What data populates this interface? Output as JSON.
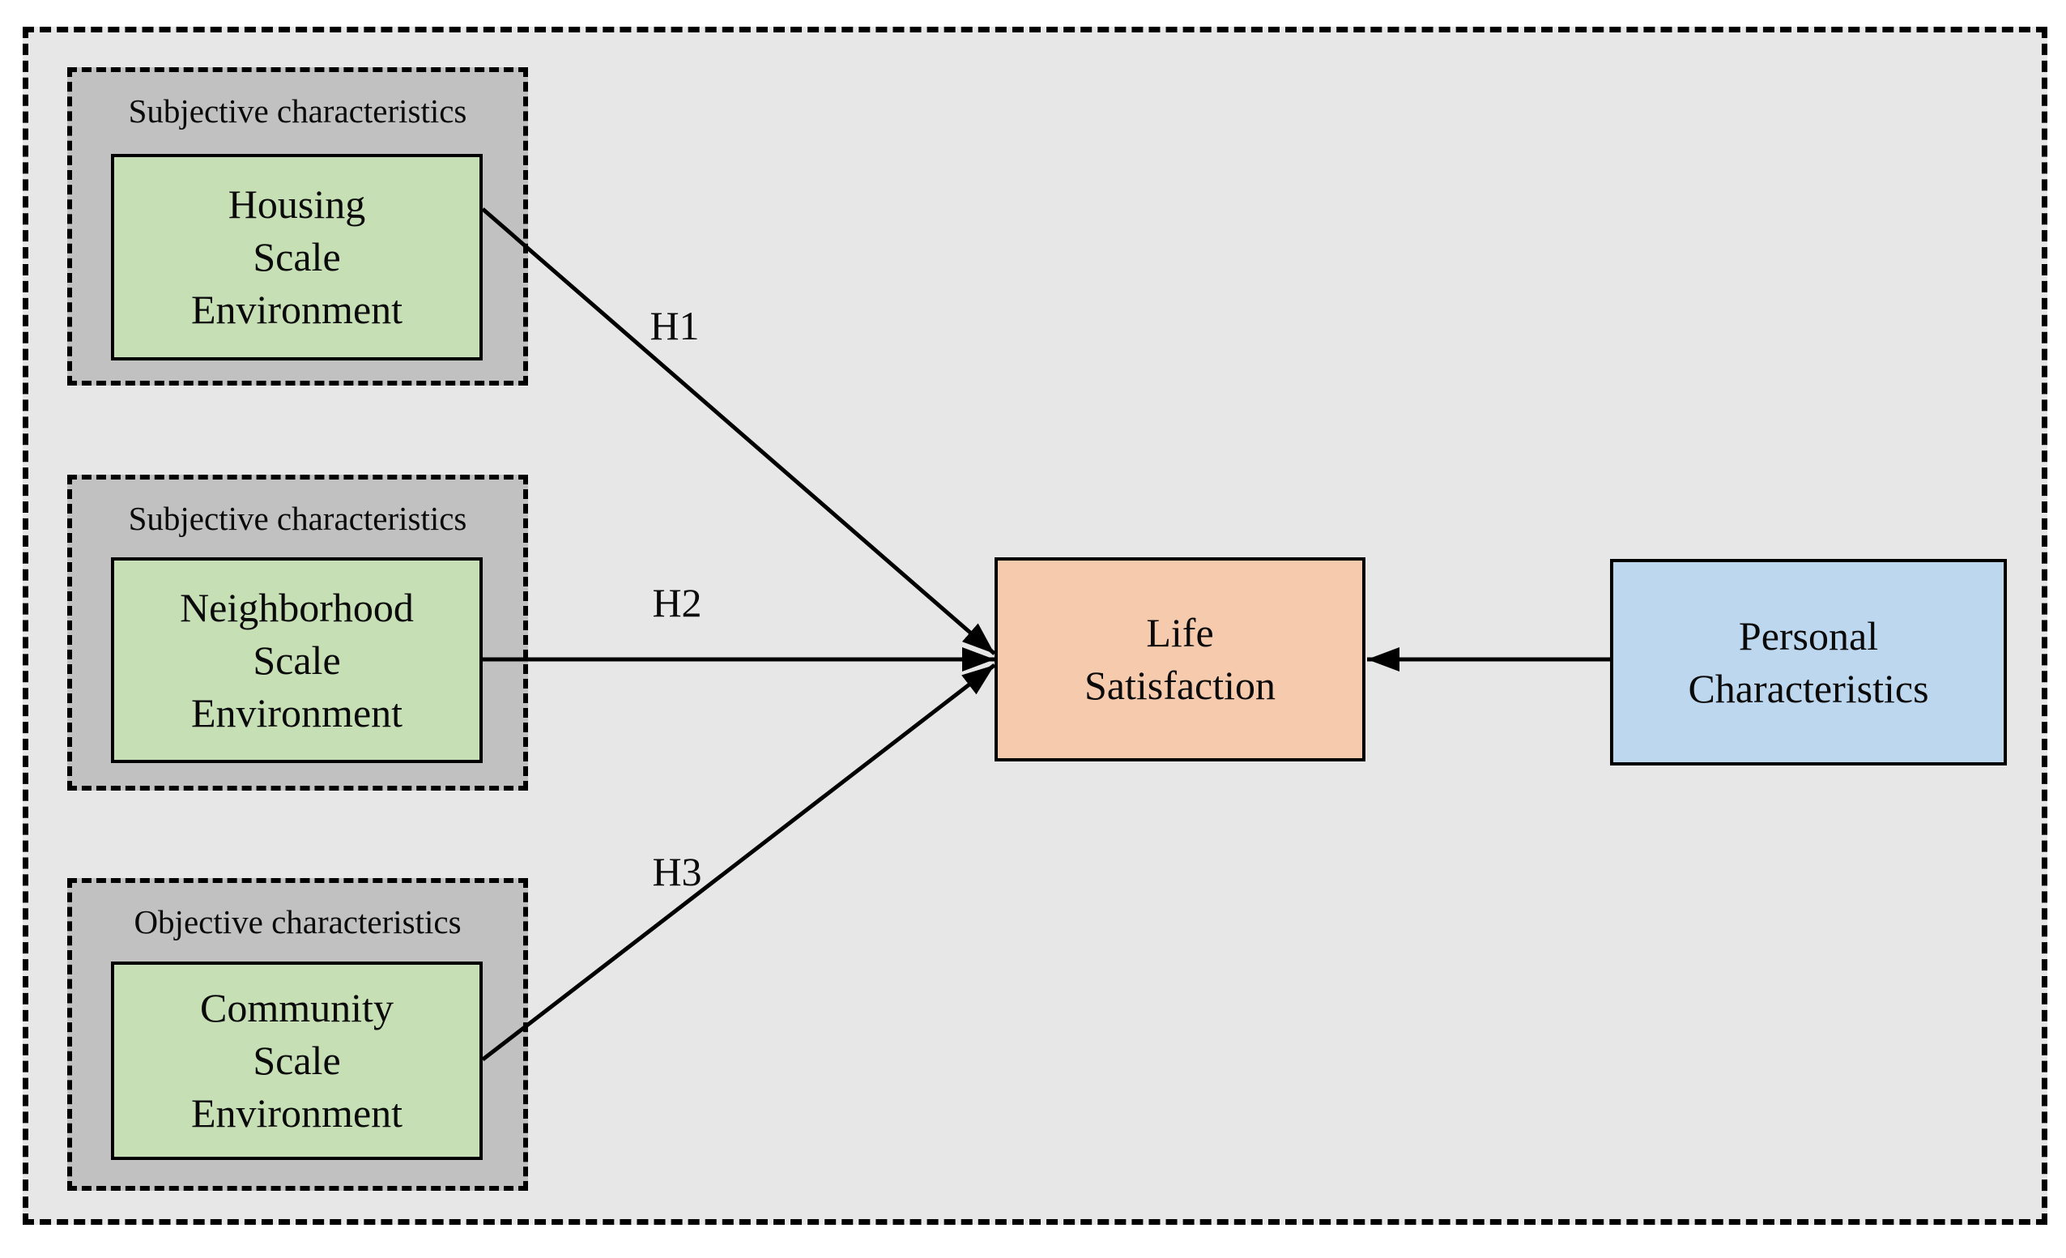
{
  "figure_type": "conceptual-model-diagram",
  "groups": [
    {
      "tag": "Subjective characteristics",
      "box_label": "Housing\nScale\nEnvironment"
    },
    {
      "tag": "Subjective characteristics",
      "box_label": "Neighborhood\nScale\nEnvironment"
    },
    {
      "tag": "Objective characteristics",
      "box_label": "Community\nScale\nEnvironment"
    }
  ],
  "outcome_box": {
    "label": "Life\nSatisfaction",
    "fill": "#f6caad"
  },
  "predictor_box": {
    "label": "Personal\nCharacteristics",
    "fill": "#bdd7ee"
  },
  "hypotheses": [
    {
      "label": "H1"
    },
    {
      "label": "H2"
    },
    {
      "label": "H3"
    }
  ],
  "colors": {
    "frame_fill": "#e7e7e7",
    "group_fill": "#c1c1c1",
    "env_box_fill": "#c6dfb5",
    "outcome_fill": "#f6caad",
    "predictor_fill": "#bdd7ee",
    "line_and_text": "#000000"
  }
}
